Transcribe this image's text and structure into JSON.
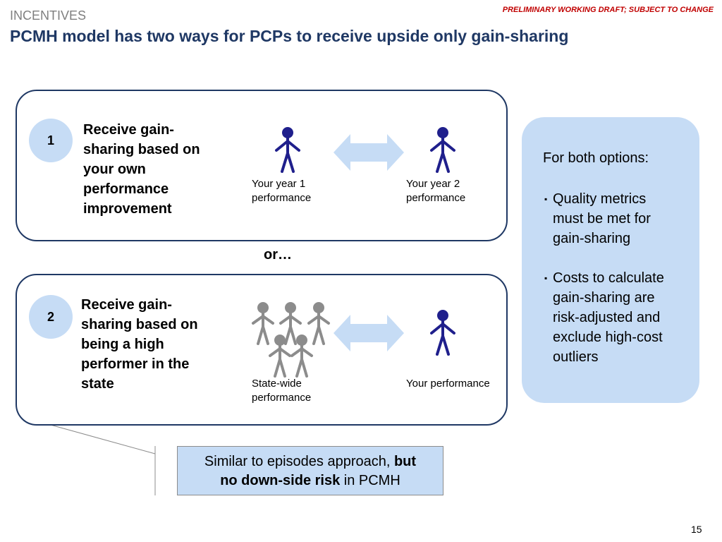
{
  "header": {
    "section": "INCENTIVES",
    "draft_notice": "PRELIMINARY WORKING DRAFT; SUBJECT TO CHANGE",
    "title": "PCMH model has two ways for PCPs to receive upside only gain-sharing"
  },
  "option1": {
    "number": "1",
    "text_lines": [
      "Receive gain-",
      "sharing based on",
      "your own",
      "performance",
      "improvement"
    ],
    "left_caption": [
      "Your year 1",
      "performance"
    ],
    "right_caption": [
      "Your year 2",
      "performance"
    ]
  },
  "connector": "or…",
  "option2": {
    "number": "2",
    "text_lines": [
      "Receive gain-",
      "sharing based on",
      "being a high",
      "performer in the",
      "state"
    ],
    "left_caption": [
      "State-wide",
      "performance"
    ],
    "right_caption": [
      "Your performance"
    ]
  },
  "info": {
    "heading": "For both options:",
    "bullet_marker": "▪",
    "bullets": [
      [
        "Quality metrics",
        "must be met for",
        "gain-sharing"
      ],
      [
        "Costs to calculate",
        "gain-sharing are",
        "risk-adjusted and",
        "exclude high-cost",
        "outliers"
      ]
    ]
  },
  "callout": {
    "text_before": "Similar to episodes approach, ",
    "text_bold_1": "but",
    "text_bold_2": "no down-side risk",
    "text_after": " in PCMH"
  },
  "page_number": "15",
  "colors": {
    "title": "#1f3864",
    "draft": "#c00000",
    "panel": "#c6dcf5",
    "arrow": "#c6dcf5",
    "figure_dark": "#1f1f8c",
    "figure_gray": "#8c8c8c"
  }
}
